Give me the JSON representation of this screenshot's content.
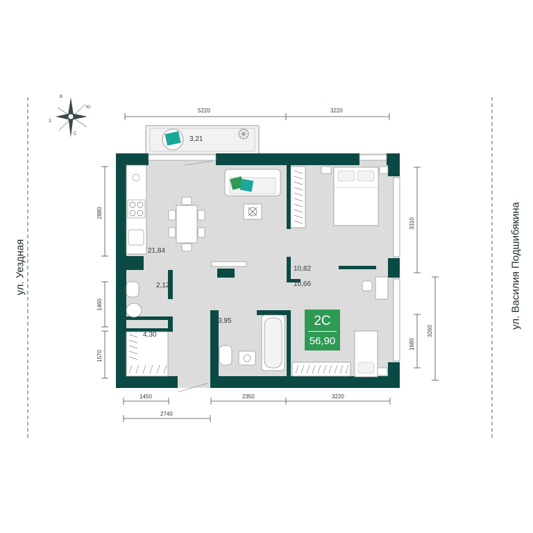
{
  "streets": {
    "left": "ул. Уездная",
    "right": "ул. Василия Подшибякина"
  },
  "apartment": {
    "type": "2С",
    "total_area": "56,90"
  },
  "rooms": {
    "balcony": "3,21",
    "living_kitchen": "21,84",
    "toilet": "2,12",
    "storage": "4,30",
    "bathroom": "3,95",
    "bedroom": "10,82",
    "second_room": "10,66"
  },
  "dimensions": {
    "top_left": "5220",
    "top_right": "3220",
    "left_upper": "2880",
    "left_middle": "1460",
    "left_lower": "1570",
    "right_upper": "3310",
    "right_lower_inner": "1680",
    "right_lower_outer": "3260",
    "bottom_left": "1450",
    "bottom_middle": "2350",
    "bottom_right": "3220",
    "bottom_total": "2740"
  },
  "compass": {
    "labels": [
      "В",
      "Ю",
      "З",
      "С"
    ]
  },
  "colors": {
    "wall": "#0b4a44",
    "floor": "#dcdcdc",
    "accent": "#2e9a54",
    "furniture_teal": "#1aa89a",
    "dimension_line": "#4a4a4a"
  }
}
